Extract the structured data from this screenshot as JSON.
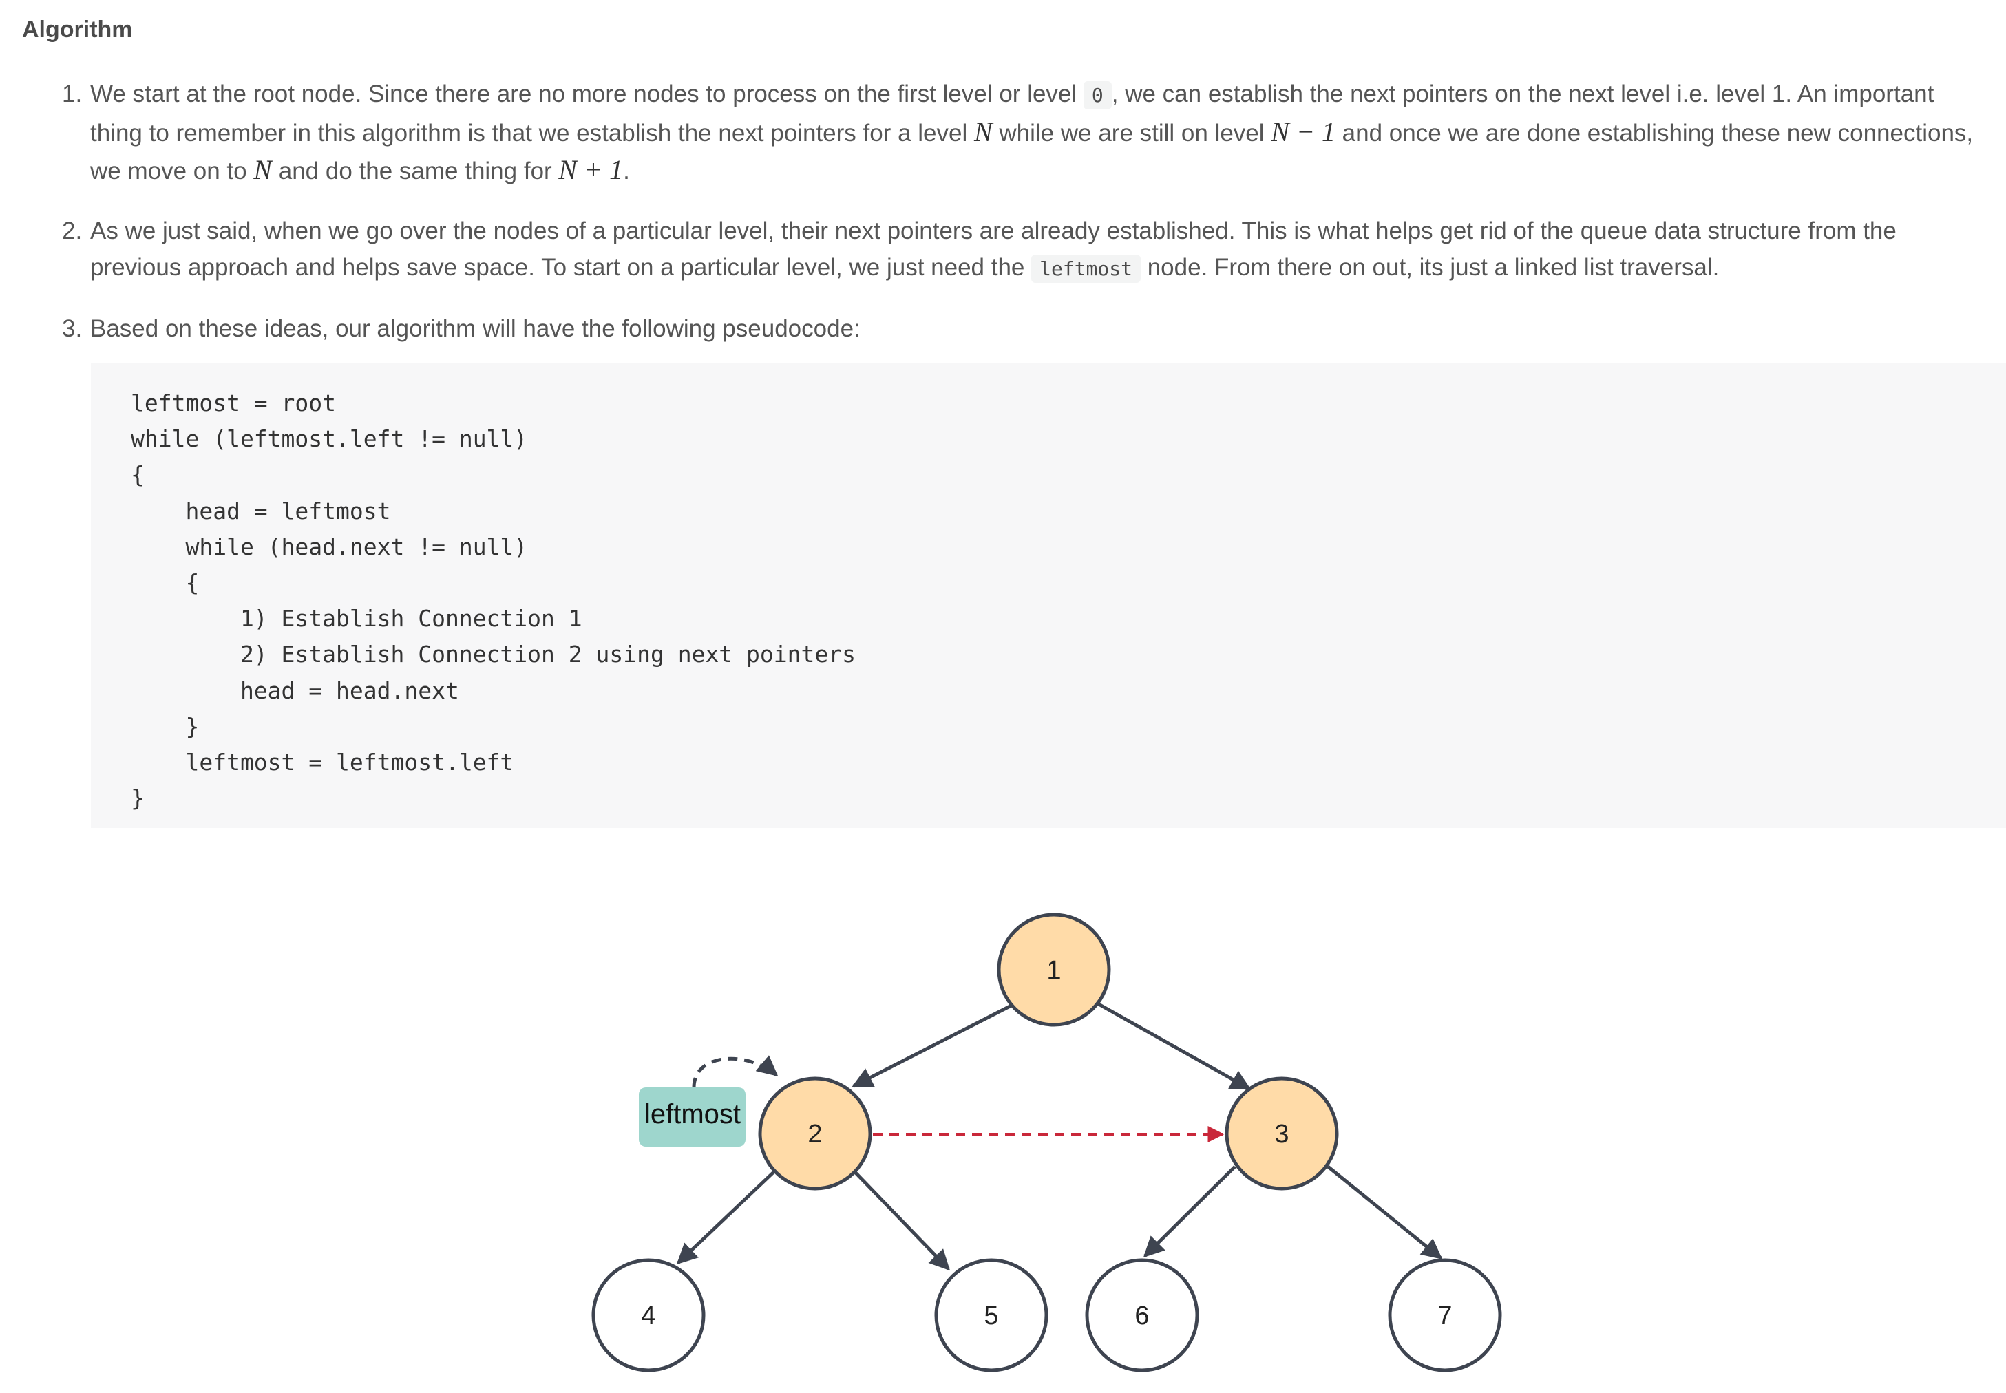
{
  "heading": "Algorithm",
  "steps": [
    {
      "num": "1.",
      "t1": "We start at the root node. Since there are no more nodes to process on the first level or level ",
      "code": "0",
      "t2": ", we can establish the next pointers on the next level i.e. level 1. An important thing to remember in this algorithm is that we establish the next pointers for a level ",
      "m1": "N",
      "t3": " while we are still on level ",
      "m2": "N − 1",
      "t4": " and once we are done establishing these new connections, we move on to ",
      "m3": "N",
      "t5": " and do the same thing for ",
      "m4": "N + 1",
      "t6": "."
    },
    {
      "num": "2.",
      "t1": "As we just said, when we go over the nodes of a particular level, their next pointers are already established. This is what helps get rid of the queue data structure from the previous approach and helps save space. To start on a particular level, we just need the ",
      "code": "leftmost",
      "t2": " node. From there on out, its just a linked list traversal."
    },
    {
      "num": "3.",
      "t1": "Based on these ideas, our algorithm will have the following pseudocode:"
    }
  ],
  "pseudocode": [
    "leftmost = root",
    "while (leftmost.left != null)",
    "{",
    "    head = leftmost",
    "    while (head.next != null)",
    "    {",
    "        1) Establish Connection 1",
    "        2) Establish Connection 2 using next pointers",
    "        head = head.next",
    "    }",
    "    leftmost = leftmost.left",
    "}"
  ],
  "diagram": {
    "nodes": [
      "1",
      "2",
      "3",
      "4",
      "5",
      "6",
      "7"
    ],
    "tag": "leftmost",
    "colors": {
      "highlight_fill": "#ffdba8",
      "plain_fill": "#ffffff",
      "stroke": "#3e4450",
      "tag_fill": "#9ed6cd",
      "connection": "#c9283a"
    }
  }
}
